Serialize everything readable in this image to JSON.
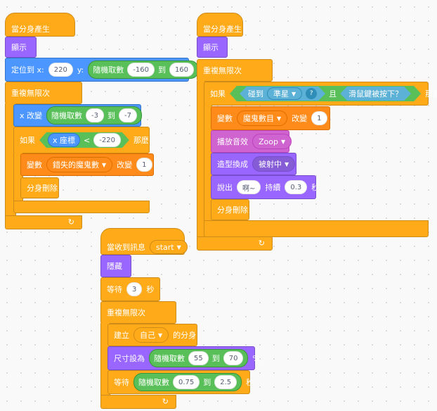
{
  "script1": {
    "hat": "當分身產生",
    "show": "顯示",
    "goto": {
      "label_a": "定位到 x:",
      "x": "220",
      "label_b": "y:",
      "rand_label": "隨機取數",
      "from": "-160",
      "to_label": "到",
      "to": "160"
    },
    "forever": "重複無限次",
    "change_x": {
      "label": "x 改變",
      "rand_label": "隨機取數",
      "from": "-3",
      "to_label": "到",
      "to": "-7"
    },
    "if": {
      "label": "如果",
      "xpos": "x 座標",
      "op": "<",
      "value": "-220",
      "then": "那麼"
    },
    "change_var": {
      "label": "變數",
      "var": "錯失的魔鬼數",
      "by": "改變",
      "value": "1"
    },
    "delete_clone": "分身刪除"
  },
  "script2": {
    "hat": "當分身產生",
    "show": "顯示",
    "forever": "重複無限次",
    "if": {
      "label": "如果",
      "touch": "碰到",
      "target": "準星",
      "q": "?",
      "and": "且",
      "mouse": "滑鼠鍵被按下？",
      "then": "那麼"
    },
    "change_var": {
      "label": "變數",
      "var": "魔鬼數目",
      "by": "改變",
      "value": "1"
    },
    "play_sound": {
      "label": "播放音效",
      "sound": "Zoop"
    },
    "costume": {
      "label": "造型換成",
      "costume": "被射中"
    },
    "say": {
      "label": "說出",
      "msg": "啊~",
      "dur_label": "持續",
      "secs": "0.3",
      "unit": "秒"
    },
    "delete_clone": "分身刪除"
  },
  "script3": {
    "hat": "當收到訊息",
    "msg": "start",
    "hide": "隱藏",
    "wait": {
      "label": "等待",
      "value": "3",
      "unit": "秒"
    },
    "forever": "重複無限次",
    "create": {
      "label": "建立",
      "target": "自己",
      "suffix": "的分身"
    },
    "size": {
      "label": "尺寸設為",
      "rand_label": "隨機取數",
      "from": "55",
      "to_label": "到",
      "to": "70",
      "unit": "%"
    },
    "wait2": {
      "label": "等待",
      "rand_label": "隨機取數",
      "from": "0.75",
      "to_label": "到",
      "to": "2.5",
      "unit": "秒"
    }
  }
}
